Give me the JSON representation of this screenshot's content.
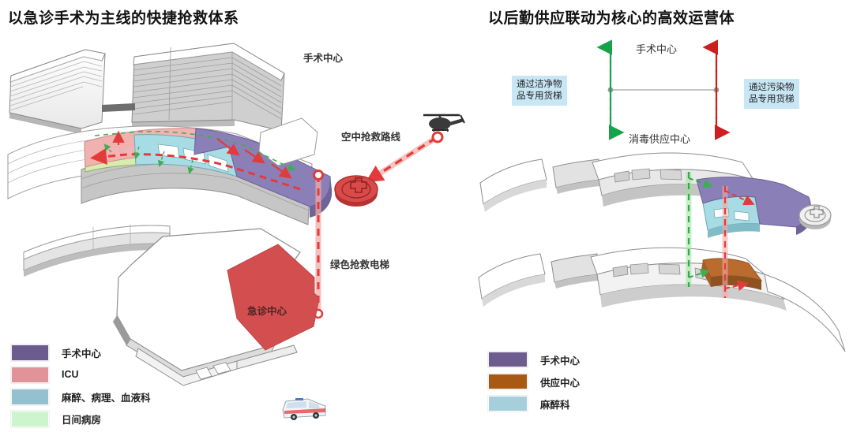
{
  "left": {
    "title": "以急诊手术为主线的快捷抢救体系",
    "labels": {
      "surgery_center": "手术中心",
      "air_rescue_route": "空中抢救路线",
      "green_rescue_elevator": "绿色抢救电梯",
      "emergency_center": "急诊中心"
    },
    "icons": {
      "helicopter": "helicopter-icon",
      "helipad": "helipad-icon",
      "ambulance": "ambulance-icon"
    },
    "legend": [
      {
        "label": "手术中心",
        "color": "#6B5B8E"
      },
      {
        "label": "ICU",
        "color": "#E09398"
      },
      {
        "label": "麻醉、病理、血液科",
        "color": "#95C0CF"
      },
      {
        "label": "日间病房",
        "color": "#CDF5CD"
      }
    ]
  },
  "right": {
    "title": "以后勤供应联动为核心的高效运营体",
    "flow": {
      "top_label": "手术中心",
      "bottom_label": "消毒供应中心",
      "left_box": "通过洁净物\n品专用货梯",
      "left_box_line1": "通过洁净物",
      "left_box_line2": "品专用货梯",
      "right_box_line1": "通过污染物",
      "right_box_line2": "品专用货梯",
      "clean_arrow_color": "#16A34A",
      "dirty_arrow_color": "#CC2020"
    },
    "legend": [
      {
        "label": "手术中心",
        "color": "#6F5C8E"
      },
      {
        "label": "供应中心",
        "color": "#A85A14"
      },
      {
        "label": "麻醉科",
        "color": "#A6CFDC"
      }
    ]
  },
  "palette": {
    "purple": "#8B7FB8",
    "pink": "#F2AFB0",
    "cyan": "#A8DCE4",
    "green": "#D8ECAF",
    "brown": "#A8642B",
    "red": "#D34F4F",
    "building_fill": "#ffffff",
    "building_shade": "#c9c9c9",
    "outline": "#6b6b6b"
  }
}
